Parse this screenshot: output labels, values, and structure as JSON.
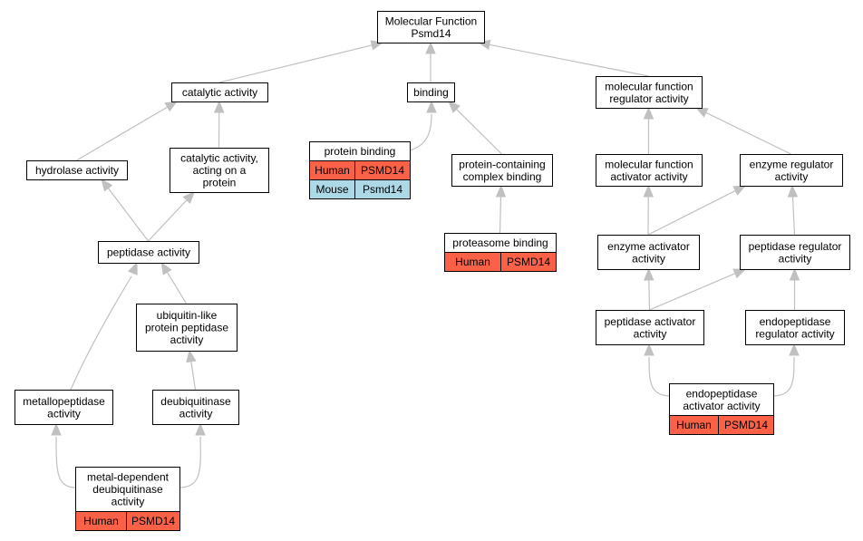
{
  "colors": {
    "human": "#fa6147",
    "mouse": "#add8e6",
    "edge": "#c0c0c0"
  },
  "nodes": {
    "root": {
      "lines": [
        "Molecular Function",
        "Psmd14"
      ]
    },
    "catalytic": {
      "lines": [
        "catalytic activity"
      ]
    },
    "binding": {
      "lines": [
        "binding"
      ]
    },
    "mf_regulator": {
      "lines": [
        "molecular function",
        "regulator activity"
      ]
    },
    "hydrolase": {
      "lines": [
        "hydrolase activity"
      ]
    },
    "catalytic_protein": {
      "lines": [
        "catalytic activity,",
        "acting on a",
        "protein"
      ]
    },
    "protein_binding": {
      "lines": [
        "protein binding"
      ],
      "rows": [
        [
          "Human",
          "PSMD14"
        ],
        [
          "Mouse",
          "Psmd14"
        ]
      ]
    },
    "complex_binding": {
      "lines": [
        "protein-containing",
        "complex binding"
      ]
    },
    "mf_activator": {
      "lines": [
        "molecular function",
        "activator activity"
      ]
    },
    "enzyme_regulator": {
      "lines": [
        "enzyme regulator",
        "activity"
      ]
    },
    "peptidase": {
      "lines": [
        "peptidase activity"
      ]
    },
    "proteasome_binding": {
      "lines": [
        "proteasome binding"
      ],
      "rows": [
        [
          "Human",
          "PSMD14"
        ]
      ]
    },
    "enzyme_activator": {
      "lines": [
        "enzyme activator",
        "activity"
      ]
    },
    "peptidase_regulator": {
      "lines": [
        "peptidase regulator",
        "activity"
      ]
    },
    "ubl_peptidase": {
      "lines": [
        "ubiquitin-like",
        "protein peptidase",
        "activity"
      ]
    },
    "peptidase_activator": {
      "lines": [
        "peptidase activator",
        "activity"
      ]
    },
    "endopeptidase_regulator": {
      "lines": [
        "endopeptidase",
        "regulator activity"
      ]
    },
    "metallopeptidase": {
      "lines": [
        "metallopeptidase",
        "activity"
      ]
    },
    "deubiquitinase": {
      "lines": [
        "deubiquitinase",
        "activity"
      ]
    },
    "endopeptidase_activator": {
      "lines": [
        "endopeptidase",
        "activator activity"
      ],
      "rows": [
        [
          "Human",
          "PSMD14"
        ]
      ]
    },
    "metal_deubiquitinase": {
      "lines": [
        "metal-dependent",
        "deubiquitinase",
        "activity"
      ],
      "rows": [
        [
          "Human",
          "PSMD14"
        ]
      ]
    }
  }
}
